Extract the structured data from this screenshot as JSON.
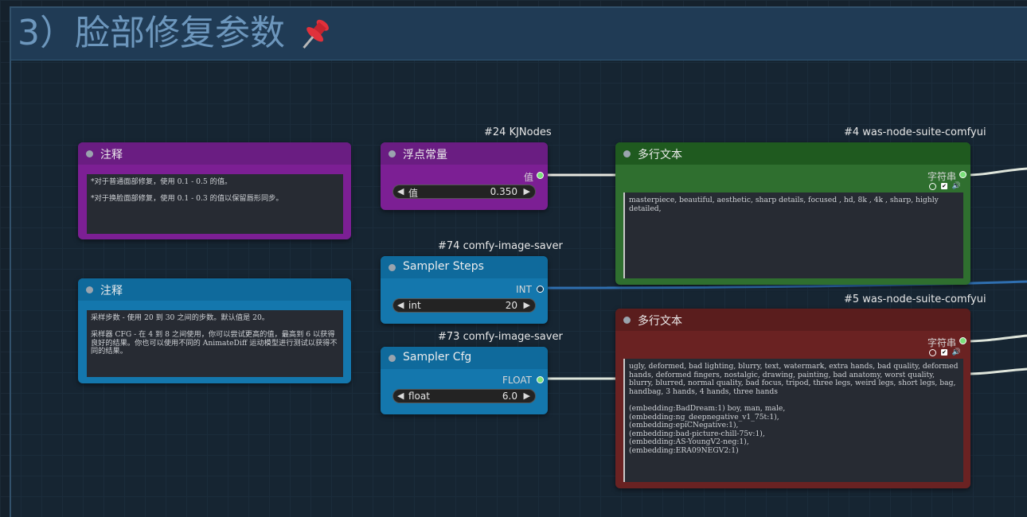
{
  "group": {
    "title": "3）脸部修复参数"
  },
  "badges": {
    "kj": "#24 KJNodes",
    "steps": "#74 comfy-image-saver",
    "cfg": "#73 comfy-image-saver",
    "pos": "#4 was-node-suite-comfyui",
    "neg": "#5 was-node-suite-comfyui"
  },
  "note1": {
    "title": "注释",
    "text": "*对于普通面部修复，使用 0.1 - 0.5 的值。\n\n*对于换脸面部修复，使用 0.1 - 0.3 的值以保留唇形同步。"
  },
  "note2": {
    "title": "注释",
    "text": "采样步数 - 使用 20 到 30 之间的步数。默认值是 20。\n\n采样器 CFG - 在 4 到 8 之间使用，你可以尝试更高的值，最高到 6 以获得良好的结果。你也可以使用不同的 AnimateDiff 运动模型进行测试以获得不同的结果。"
  },
  "float_node": {
    "title": "浮点常量",
    "output": "值",
    "widget_name": "值",
    "widget_value": "0.350"
  },
  "steps_node": {
    "title": "Sampler Steps",
    "output": "INT",
    "widget_name": "int",
    "widget_value": "20"
  },
  "cfg_node": {
    "title": "Sampler Cfg",
    "output": "FLOAT",
    "widget_name": "float",
    "widget_value": "6.0"
  },
  "pos_node": {
    "title": "多行文本",
    "output": "字符串",
    "text": "masterpiece, beautiful, aesthetic, sharp details, focused , hd, 8k , 4k , sharp, highly detailed,"
  },
  "neg_node": {
    "title": "多行文本",
    "output": "字符串",
    "text": "ugly, deformed, bad lighting, blurry, text, watermark, extra hands, bad quality, deformed hands, deformed fingers, nostalgic, drawing, painting, bad anatomy, worst quality, blurry, blurred, normal quality, bad focus, tripod, three legs, weird legs, short legs, bag, handbag, 3 hands, 4 hands, three hands\n\n(embedding:BadDream:1) boy, man, male,\n(embedding:ng_deepnegative_v1_75t:1),\n(embedding:epiCNegative:1),\n(embedding:bad-picture-chill-75v:1),\n(embedding:AS-YoungV2-neg:1),\n(embedding:ERA09NEGV2:1)"
  },
  "colors": {
    "purple_header": "#6a1d82",
    "purple_body": "#7c1f94",
    "blue_header": "#0f6a9c",
    "blue_body": "#1477ad",
    "green_header": "#1f5a1f",
    "green_body": "#2f6f2f",
    "red_header": "#5a1d1d",
    "red_body": "#6a2222"
  },
  "icons": [
    "pushpin-icon",
    "left-arrow-icon",
    "right-arrow-icon",
    "circle-icon",
    "checkbox-icon",
    "speaker-icon"
  ]
}
